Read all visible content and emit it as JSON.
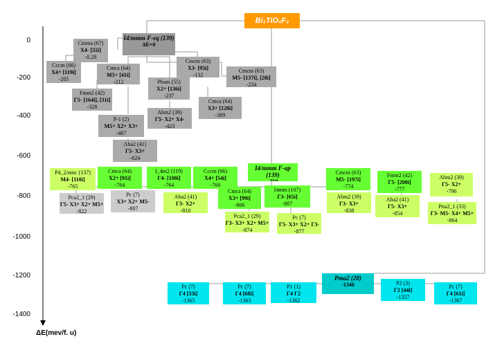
{
  "root": {
    "title": "Bi₂TiO₄F₂"
  },
  "axis": {
    "title": "ΔE(mev/f. u)",
    "ticks": [
      "0",
      "-200",
      "-400",
      "-600",
      "-800",
      "-1000",
      "-1200",
      "-1400"
    ]
  },
  "nodes": [
    {
      "id": "cmma",
      "l1": "Cmma (67)",
      "l2": "X4- [32i]",
      "l3": "-0.28",
      "cls": "gray"
    },
    {
      "id": "i4mmm-eq",
      "l1": "I4/mmm F-eq (139)",
      "l2": "ΔE=0",
      "l3": "",
      "cls": "dgray big"
    },
    {
      "id": "cccm-a",
      "l1": "Cccm (66)",
      "l2": "X4+ [119i]",
      "l3": "-205",
      "cls": "gray"
    },
    {
      "id": "cmca-a",
      "l1": "Cmca (64)",
      "l2": "M5+ [41i]",
      "l3": "-212",
      "cls": "gray"
    },
    {
      "id": "cmcm-a",
      "l1": "Cmcm (63)",
      "l2": "X3- [95i]",
      "l3": "-132",
      "cls": "gray"
    },
    {
      "id": "cmcm-b",
      "l1": "Cmcm (63)",
      "l2": "M5- [137i], [28i]",
      "l3": "-234",
      "cls": "gray"
    },
    {
      "id": "pbam",
      "l1": "Pbam (55)",
      "l2": "X2+ [136i]",
      "l3": "-237",
      "cls": "gray"
    },
    {
      "id": "fmm2-a",
      "l1": "Fmm2 (42)",
      "l2": "Γ5- [164i], [31i]",
      "l3": "-328",
      "cls": "gray"
    },
    {
      "id": "cmca-b",
      "l1": "Cmca (64)",
      "l2": "X3+ [128i]",
      "l3": "-389",
      "cls": "gray"
    },
    {
      "id": "abm2-a",
      "l1": "Abm2 (39)",
      "l2": "Γ5- X2+ X4-",
      "l3": "-423",
      "cls": "gray"
    },
    {
      "id": "p-1",
      "l1": "P-1 (2)",
      "l2": "M5+ X2+ X3+",
      "l3": "-467",
      "cls": "gray"
    },
    {
      "id": "aba2-a",
      "l1": "Aba2 (41)",
      "l2": "Γ5- X3+",
      "l3": "-624",
      "cls": "gray"
    },
    {
      "id": "p4",
      "l1": "P4_2/nmc (137)",
      "l2": "M4- [110i]",
      "l3": "-765",
      "cls": "lgreen"
    },
    {
      "id": "cmca-c",
      "l1": "Cmca (64)",
      "l2": "X2+ [91i]",
      "l3": "-764",
      "cls": "green"
    },
    {
      "id": "i4am2",
      "l1": "I_4m2 (119)",
      "l2": "Γ4- [108i]",
      "l3": "-764",
      "cls": "green"
    },
    {
      "id": "cccm-b",
      "l1": "Cccm (66)",
      "l2": "X4+ [54i]",
      "l3": "-760",
      "cls": "green"
    },
    {
      "id": "i4mmm-ap",
      "l1": "I4/mmm F-ap (139)",
      "l2": "-750",
      "l3": "",
      "cls": "green big"
    },
    {
      "id": "cmcm-c",
      "l1": "Cmcm (63)",
      "l2": "M5- [197i]",
      "l3": "-774",
      "cls": "green"
    },
    {
      "id": "fmm2-b",
      "l1": "Fmm2 (42)",
      "l2": "Γ5- [200i]",
      "l3": "-777",
      "cls": "green"
    },
    {
      "id": "abm2-b",
      "l1": "Abm2 (39)",
      "l2": "Γ5- X2+",
      "l3": "-796",
      "cls": "lgreen"
    },
    {
      "id": "pca2-a",
      "l1": "Pca2_1 (29)",
      "l2": "Γ5- X3+ X2+ M5+",
      "l3": "-822",
      "cls": "lgray"
    },
    {
      "id": "pc-g",
      "l1": "Pc (7)",
      "l2": "X3+ X2+ M5-",
      "l3": "-807",
      "cls": "lgray"
    },
    {
      "id": "aba2-b",
      "l1": "Aba2 (41)",
      "l2": "Γ3- X2+",
      "l3": "-810",
      "cls": "lgreen"
    },
    {
      "id": "cmca-d",
      "l1": "Cmca (64)",
      "l2": "X3+ [99i]",
      "l3": "-806",
      "cls": "green"
    },
    {
      "id": "i4mm",
      "l1": "I4mm (107)",
      "l2": "Γ3- [65i]",
      "l3": "-807",
      "cls": "green"
    },
    {
      "id": "abm2-c",
      "l1": "Abm2 (39)",
      "l2": "Γ3- X3+",
      "l3": "-838",
      "cls": "lgreen"
    },
    {
      "id": "aba2-c",
      "l1": "Aba2 (41)",
      "l2": "Γ5- X3+",
      "l3": "-854",
      "cls": "lgreen"
    },
    {
      "id": "pna2",
      "l1": "Pna2_1 (33)",
      "l2": "Γ3- M5- X4+ M5+",
      "l3": "-864",
      "cls": "lgreen"
    },
    {
      "id": "pca2-b",
      "l1": "Pca2_1 (29)",
      "l2": "Γ3- X3+ X2+ M5+",
      "l3": "-874",
      "cls": "lgreen"
    },
    {
      "id": "pc-a",
      "l1": "Pc (7)",
      "l2": "Γ5- X3+ X2+ Γ3-",
      "l3": "-877",
      "cls": "lgreen"
    },
    {
      "id": "pma2",
      "l1": "Pma2 (28)",
      "l2": "-1346",
      "l3": "",
      "cls": "dcyan big"
    },
    {
      "id": "pc-b",
      "l1": "Pc (7)",
      "l2": "Γ4 [33i]",
      "l3": "-1365",
      "cls": "cyan"
    },
    {
      "id": "pc-c",
      "l1": "Pc (7)",
      "l2": "Γ4 [68i]",
      "l3": "-1363",
      "cls": "cyan"
    },
    {
      "id": "p1",
      "l1": "P1 (1)",
      "l2": "Γ4 Γ2",
      "l3": "-1362",
      "cls": "cyan"
    },
    {
      "id": "p2",
      "l1": "P2 (3)",
      "l2": "Γ2 [44i]",
      "l3": "-1357",
      "cls": "cyan"
    },
    {
      "id": "pc-d",
      "l1": "Pc (7)",
      "l2": "Γ4 [61i]",
      "l3": "-1367",
      "cls": "cyan"
    }
  ]
}
